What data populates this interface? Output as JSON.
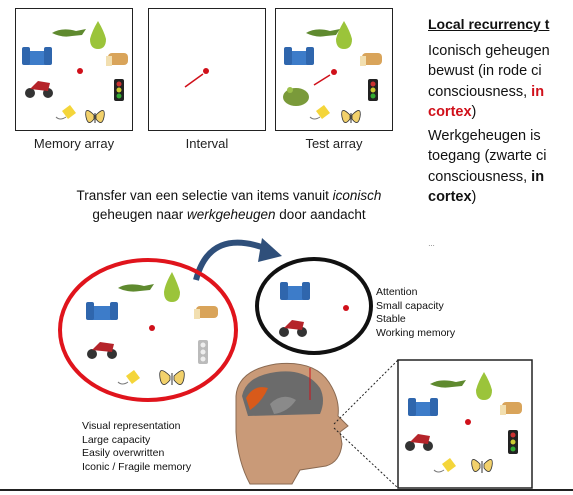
{
  "panels": {
    "memory": "Memory array",
    "interval": "Interval",
    "test": "Test array"
  },
  "right_text": {
    "heading": "Local recurrency t",
    "line1": "Iconisch geheugen",
    "line2": "bewust (in rode ci",
    "line3_prefix": "consciousness, ",
    "line3_red": "in",
    "line4_red": "cortex",
    "line4_suffix": ")",
    "line5": "Werkgeheugen is",
    "line6": "toegang (zwarte ci",
    "line7_prefix": "consciousness, ",
    "line7_bold": "in",
    "line8_bold": "cortex",
    "line8_suffix": ")"
  },
  "transfer": {
    "part1": "Transfer van een selectie van items vanuit ",
    "italic1": "iconisch",
    "part2": "geheugen naar ",
    "italic2": "werkgeheugen",
    "part3": " door aandacht"
  },
  "small_note": "…",
  "working_memory_props": [
    "Attention",
    "Small capacity",
    "Stable",
    "Working memory"
  ],
  "iconic_memory_props": [
    "Visual representation",
    "Large capacity",
    "Easily overwritten",
    "Iconic / Fragile memory"
  ],
  "colors": {
    "red_accent": "#d0101a",
    "circle_red": "#e0141c",
    "circle_black": "#111111",
    "arrow_blue": "#2f4f7a"
  }
}
